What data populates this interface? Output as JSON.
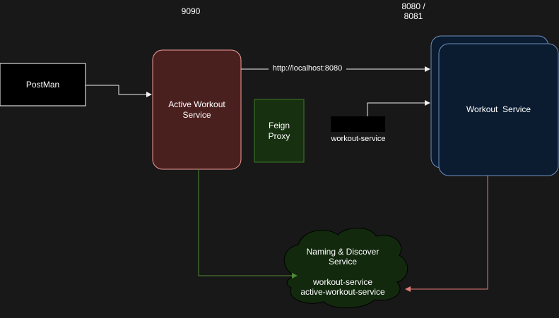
{
  "port_labels": {
    "active_workout": "9090",
    "workout_line1": "8080 /",
    "workout_line2": "8081"
  },
  "nodes": {
    "postman": {
      "label": "PostMan"
    },
    "active_workout": {
      "label_line1": "Active Workout",
      "label_line2": "Service"
    },
    "feign_proxy": {
      "label_line1": "Feign",
      "label_line2": "Proxy"
    },
    "workout_service": {
      "label": "Workout  Service"
    },
    "discovery": {
      "title_line1": "Naming & Discover",
      "title_line2": "Service",
      "entry1": "workout-service",
      "entry2": "active-workout-service"
    }
  },
  "edges": {
    "http_call": "http://localhost:8080",
    "feign_call": "workout-service"
  },
  "colors": {
    "background": "#181818",
    "active_workout_fill": "#4a201f",
    "active_workout_stroke": "#f19c99",
    "feign_fill": "#17300f",
    "feign_stroke": "#3f7a2a",
    "workout_fill": "#0b1c31",
    "workout_stroke": "#6c8ebf",
    "cloud_fill": "#12290e",
    "green_line": "#4f8a33",
    "red_line": "#e07b78",
    "white_line": "#f0f0f0"
  }
}
